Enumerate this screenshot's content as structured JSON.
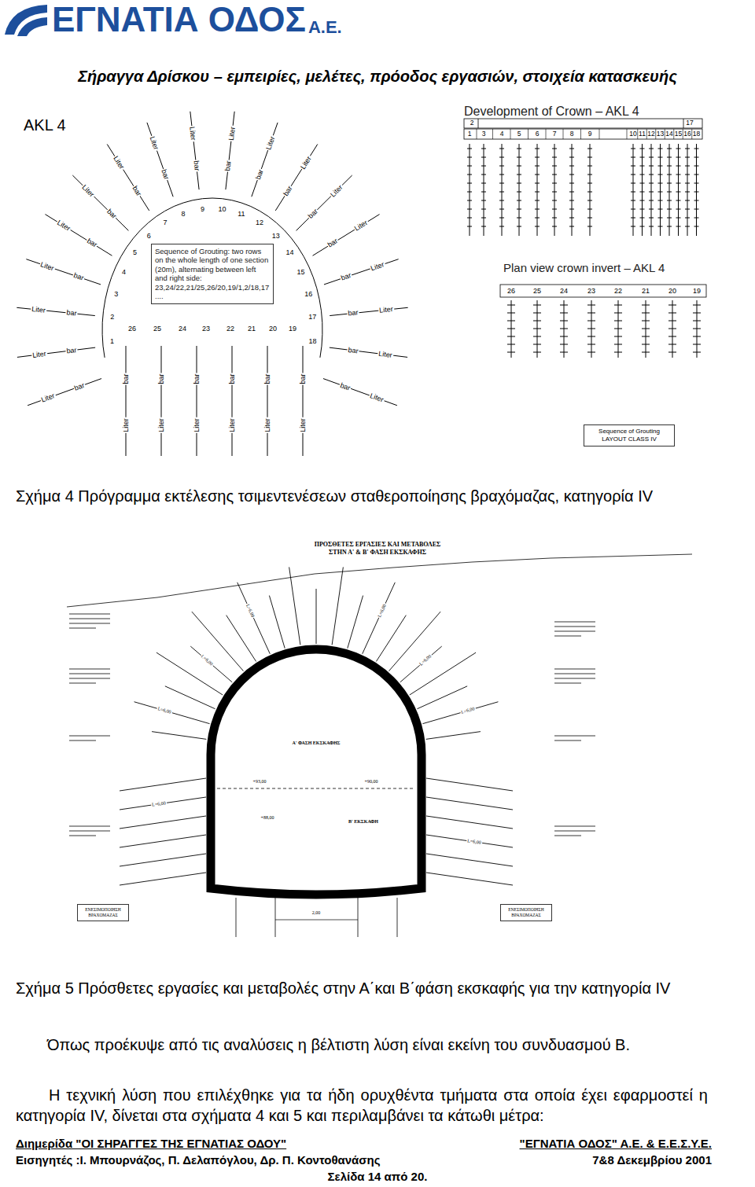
{
  "diagram": {
    "title": "Σήραγγα Δρίσκου – εμπειρίες, μελέτες, πρόοδος εργασιών, στοιχεία κατασκευής",
    "nodes": [
      {
        "text": [
          "Sequence of Grouting: two rows on the whole length of one section (20m), alternating between left and right side: 23,24/22,21/25,26/20,19/1,2/18,17 ...."
        ]
      },
      {
        "text": [
          "Sequence of Grouting LAYOUT CLASS IV"
        ]
      },
      {
        "text": [
          "ΕΝΕΣΙΜΟΠΟΙΗΣΗ ΒΡΑΧΟΜΑΖΑΣ"
        ]
      },
      {
        "text": [
          "ΕΝΕΣΙΜΟΠΟΙΗΣΗ ΒΡΑΧΟΜΑΖΑΣ"
        ]
      }
    ],
    "labels": [
      "ΕΓΝΑΤΙΑ ΟΔΟΣ",
      "Α.Ε.",
      "AKL 4",
      "bar",
      "Liter",
      "bar",
      "Liter",
      "bar",
      "Liter",
      "bar",
      "Liter",
      "bar",
      "Liter",
      "bar",
      "Liter",
      "bar",
      "Liter",
      "bar",
      "Liter",
      "bar",
      "Liter",
      "bar",
      "Liter",
      "bar",
      "Liter",
      "bar",
      "Liter",
      "bar",
      "Liter",
      "bar",
      "Liter",
      "bar",
      "Liter",
      "bar",
      "Liter",
      "bar",
      "Liter",
      "bar",
      "Liter",
      "bar",
      "Liter",
      "bar",
      "Liter",
      "bar",
      "Liter",
      "bar",
      "Liter",
      "bar",
      "Liter",
      "bar",
      "Liter",
      "1",
      "2",
      "3",
      "4",
      "5",
      "6",
      "7",
      "8",
      "9",
      "10",
      "11",
      "12",
      "13",
      "14",
      "15",
      "16",
      "17",
      "18",
      "19",
      "20",
      "21",
      "22",
      "23",
      "24",
      "25",
      "26",
      "Development of Crown – AKL 4",
      "2",
      "17",
      "1",
      "3",
      "4",
      "5",
      "6",
      "7",
      "8",
      "9",
      "10",
      "11",
      "12",
      "13",
      "14",
      "15",
      "16",
      "18",
      "Plan view crown invert – AKL 4",
      "26",
      "25",
      "24",
      "23",
      "22",
      "21",
      "20",
      "19",
      "Σχήμα 4 Πρόγραμμα εκτέλεσης τσιμεντενέσεων σταθεροποίησης βραχόμαζας, κατηγορία IV",
      "ΠΡΟΣΘΕΤΕΣ ΕΡΓΑΣΙΕΣ ΚΑΙ ΜΕΤΑΒΟΛΕΣ ΣΤΗΝ Α' & Β' ΦΑΣΗ ΕΚΣΚΑΦΗΣ",
      "Α' ΦΑΣΗ ΕΚΣΚΑΦΗΣ",
      "Β' ΕΚΣΚΑΦΗ",
      "+93,00",
      "+90,00",
      "+88,00",
      "L=6,00",
      "L=6,00",
      "L=6,00",
      "L=6,00",
      "L=6,00",
      "L=6,00",
      "L=6,00",
      "L=6,00",
      "2,00",
      "Σχήμα 5 Πρόσθετες εργασίες και μεταβολές στην Α΄και Β΄φάση εκσκαφής για την κατηγορία IV",
      "Όπως προέκυψε από τις αναλύσεις η βέλτιστη λύση είναι εκείνη του συνδυασμού Β.",
      "Η τεχνική λύση που επιλέχθηκε για τα ήδη ορυχθέντα τμήματα στα οποία έχει εφαρμοστεί η κατηγορία IV, δίνεται στα σχήματα 4 και 5 και περιλαμβάνει τα κάτωθι μέτρα:",
      "Διημερίδα \"ΟΙ ΣΗΡΑΓΓΕΣ ΤΗΣ ΕΓΝΑΤΙΑΣ ΟΔΟΥ\"",
      "\"ΕΓΝΑΤΙΑ ΟΔΟΣ\" Α.Ε. & Ε.Ε.Σ.Υ.Ε.",
      "Εισηγητές :Ι. Μπουρνάζος, Π. Δελαπόγλου, Δρ. Π. Κοντοθανάσης",
      "7&8 Δεκεμβρίου 2001",
      "Σελίδα 14 από 20."
    ]
  }
}
